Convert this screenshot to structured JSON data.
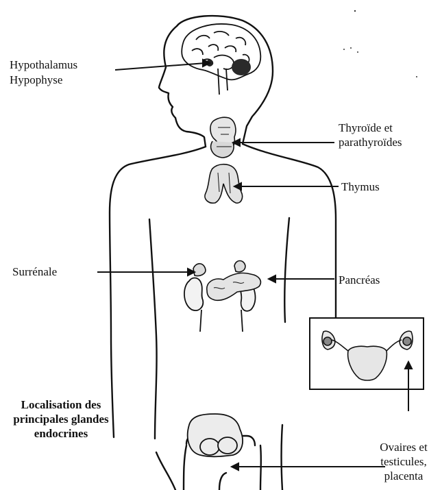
{
  "labels": {
    "hypothalamus": "Hypothalamus",
    "hypophyse": "Hypophyse",
    "thyroide": "Thyroïde et\nparathyroïdes",
    "thymus": "Thymus",
    "surrenale": "Surrénale",
    "pancreas": "Pancréas",
    "ovaires": "Ovaires et\ntesticules,\nplacenta"
  },
  "caption": "Localisation des\nprincipales glandes\nendocrines"
}
